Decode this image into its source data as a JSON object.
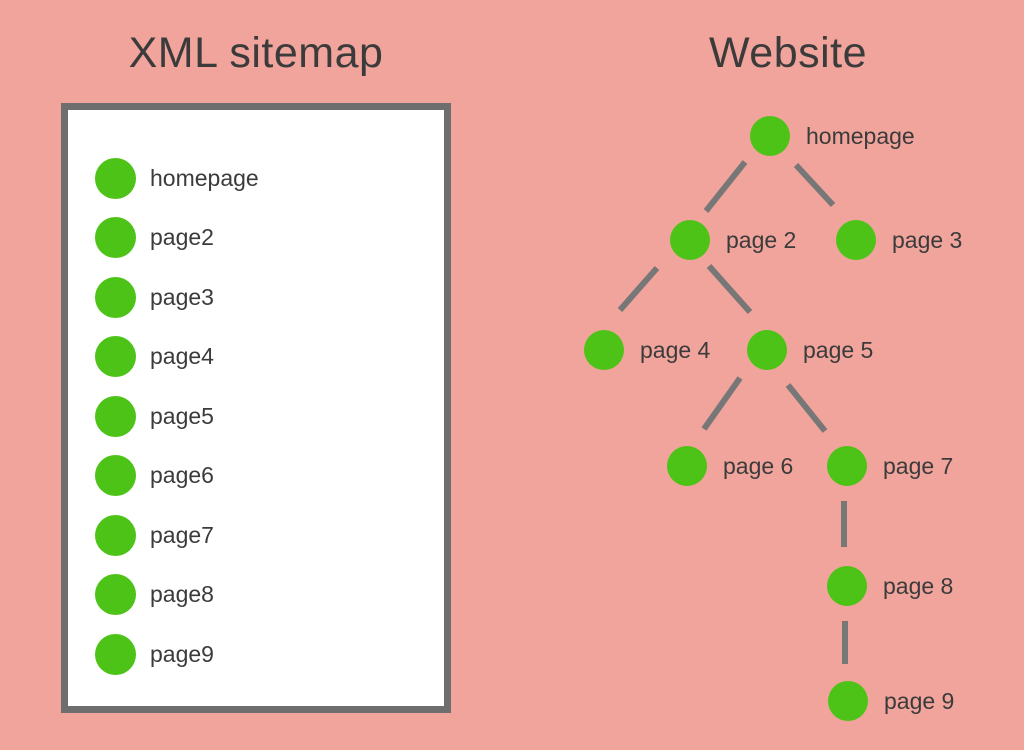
{
  "colors": {
    "background": "#F1A49C",
    "node_green": "#4CC316",
    "line_gray": "#777777",
    "box_border": "#6E6E6E",
    "box_background": "#FFFFFF",
    "text_dark": "#3B3B3B"
  },
  "left_panel": {
    "title": "XML sitemap",
    "items": [
      {
        "label": "homepage"
      },
      {
        "label": "page2"
      },
      {
        "label": "page3"
      },
      {
        "label": "page4"
      },
      {
        "label": "page5"
      },
      {
        "label": "page6"
      },
      {
        "label": "page7"
      },
      {
        "label": "page8"
      },
      {
        "label": "page9"
      }
    ]
  },
  "right_panel": {
    "title": "Website",
    "nodes": [
      {
        "id": "homepage",
        "label": "homepage"
      },
      {
        "id": "page2",
        "label": "page 2"
      },
      {
        "id": "page3",
        "label": "page 3"
      },
      {
        "id": "page4",
        "label": "page 4"
      },
      {
        "id": "page5",
        "label": "page 5"
      },
      {
        "id": "page6",
        "label": "page 6"
      },
      {
        "id": "page7",
        "label": "page 7"
      },
      {
        "id": "page8",
        "label": "page 8"
      },
      {
        "id": "page9",
        "label": "page 9"
      }
    ],
    "edges": [
      {
        "from": "homepage",
        "to": "page2"
      },
      {
        "from": "homepage",
        "to": "page3"
      },
      {
        "from": "page2",
        "to": "page4"
      },
      {
        "from": "page2",
        "to": "page5"
      },
      {
        "from": "page5",
        "to": "page6"
      },
      {
        "from": "page5",
        "to": "page7"
      },
      {
        "from": "page7",
        "to": "page8"
      },
      {
        "from": "page8",
        "to": "page9"
      }
    ]
  }
}
